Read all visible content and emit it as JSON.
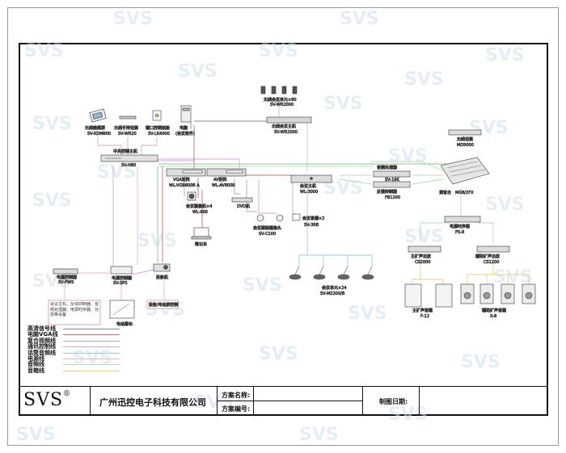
{
  "watermark": "SVS",
  "legend": {
    "items": [
      {
        "label": "高清信号线",
        "color": "#8a8a8a"
      },
      {
        "label": "电脑VGA线",
        "color": "#c87070"
      },
      {
        "label": "复合视频线",
        "color": "#8fc48f"
      },
      {
        "label": "通讯控制线",
        "color": "#d9a3d9"
      },
      {
        "label": "话筒音频线",
        "color": "#9bc8e8"
      },
      {
        "label": "电源线",
        "color": "#f2b8b8"
      },
      {
        "label": "音频线",
        "color": "#b0e0b0"
      },
      {
        "label": "音箱线",
        "color": "#e6d27a"
      }
    ]
  },
  "title_block": {
    "logo": "SVS",
    "logo_mark": "®",
    "company": "广州迅控电子科技有限公司",
    "scheme_name_label": "方案名称:",
    "scheme_no_label": "方案编号:",
    "date_label": "制图日期:"
  },
  "devices": {
    "wireless_touch": {
      "name": "无线触摸屏",
      "model": "SV-KDM800"
    },
    "gooseneck_mic_wireless": {
      "name": "无线手持话筒",
      "model": "SV-WR20"
    },
    "ir_learner": {
      "name": "端口控制面板",
      "model": "SV-LK4000"
    },
    "central_ctrl": {
      "name": "中央控制主机",
      "model": "SV-H80"
    },
    "pc": {
      "name": "电脑",
      "sub": "(会议软件)"
    },
    "wireless_mics": {
      "name": "无线会议单元×80",
      "model": "SV-WR2000"
    },
    "wireless_host": {
      "name": "无线会议主机",
      "model": "SV-WR2000"
    },
    "video_matrix": {
      "name": "VGA矩阵",
      "model": "WL-VGB8008 A"
    },
    "av_matrix": {
      "name": "AV矩阵",
      "model": "WL-AV8008"
    },
    "cameras": {
      "name": "会议摄像机×4",
      "model": "WL-666"
    },
    "dvd": {
      "name": "DVD机"
    },
    "laptop": {
      "name": "笔记本"
    },
    "video_conf": {
      "name": "会议跟踪摄像头",
      "model": "SV-C100"
    },
    "conf_unit": {
      "name": "会议主机",
      "model": "WL-3000"
    },
    "recorder": {
      "name": "会议录播×2",
      "model": "SV-3RB"
    },
    "audio_proc": {
      "name": "音频处理器",
      "model": "SV-16K"
    },
    "feedback": {
      "name": "反馈抑制器",
      "model": "FB1200"
    },
    "mixer": {
      "name": "调音台",
      "model": "MG8/2FX"
    },
    "wireless_mic_sys": {
      "name": "无线话筒",
      "model": "MD9000"
    },
    "power_seq": {
      "name": "电源时序器",
      "model": "PS-8"
    },
    "power_amp1": {
      "name": "主扩声功放",
      "model": "CS2000"
    },
    "power_amp2": {
      "name": "辅助扩声功放",
      "model": "CS1200"
    },
    "speakers_main": {
      "name": "主扩声音箱",
      "model": "F-12"
    },
    "speakers_aux": {
      "name": "辅助扩声音箱",
      "model": "X-8"
    },
    "delegate_units": {
      "name": "会议单元×24",
      "model": "SV-M2200/B"
    },
    "power_timer": {
      "name": "电源控制器",
      "model": "SV-PWS"
    },
    "power_manager": {
      "name": "电源控制箱",
      "model": "SV-SPS"
    },
    "projector": {
      "name": "投影机"
    },
    "screen": {
      "name": "电动幕布"
    },
    "note1": "会议主机、反馈抑制器、音频处理器、电源时序器、功放等设备",
    "note2": "投影/电动屏控制"
  }
}
